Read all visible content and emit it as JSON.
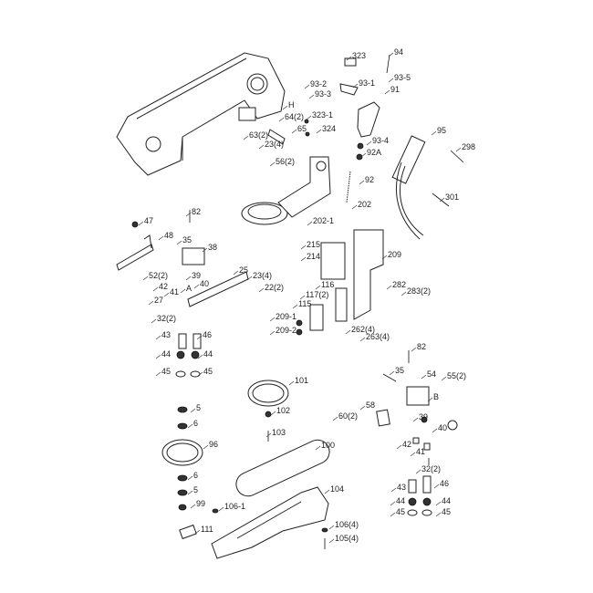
{
  "diagram": {
    "type": "exploded-parts-diagram",
    "labels": [
      "323",
      "94",
      "93-2",
      "93-3",
      "93-1",
      "93-5",
      "91",
      "H",
      "323-1",
      "324",
      "64(2)",
      "65",
      "63(2)",
      "23(4)",
      "95",
      "93-4",
      "298",
      "92A",
      "56(2)",
      "92",
      "301",
      "202",
      "202-1",
      "47",
      "82",
      "48",
      "35",
      "38",
      "215",
      "214",
      "209",
      "25",
      "52(2)",
      "23(4)",
      "39",
      "40",
      "42",
      "22(2)",
      "41",
      "A",
      "27",
      "116",
      "282",
      "283(2)",
      "117(2)",
      "115",
      "32(2)",
      "209-1",
      "209-2",
      "262(4)",
      "263(4)",
      "43",
      "46",
      "44",
      "44",
      "45",
      "45",
      "82",
      "35",
      "54",
      "55(2)",
      "101",
      "B",
      "58",
      "5",
      "102",
      "60(2)",
      "6",
      "39",
      "40",
      "103",
      "100",
      "96",
      "42",
      "41",
      "32(2)",
      "6",
      "43",
      "46",
      "5",
      "104",
      "44",
      "44",
      "99",
      "106-1",
      "45",
      "45",
      "106(4)",
      "111",
      "105(4)"
    ]
  }
}
